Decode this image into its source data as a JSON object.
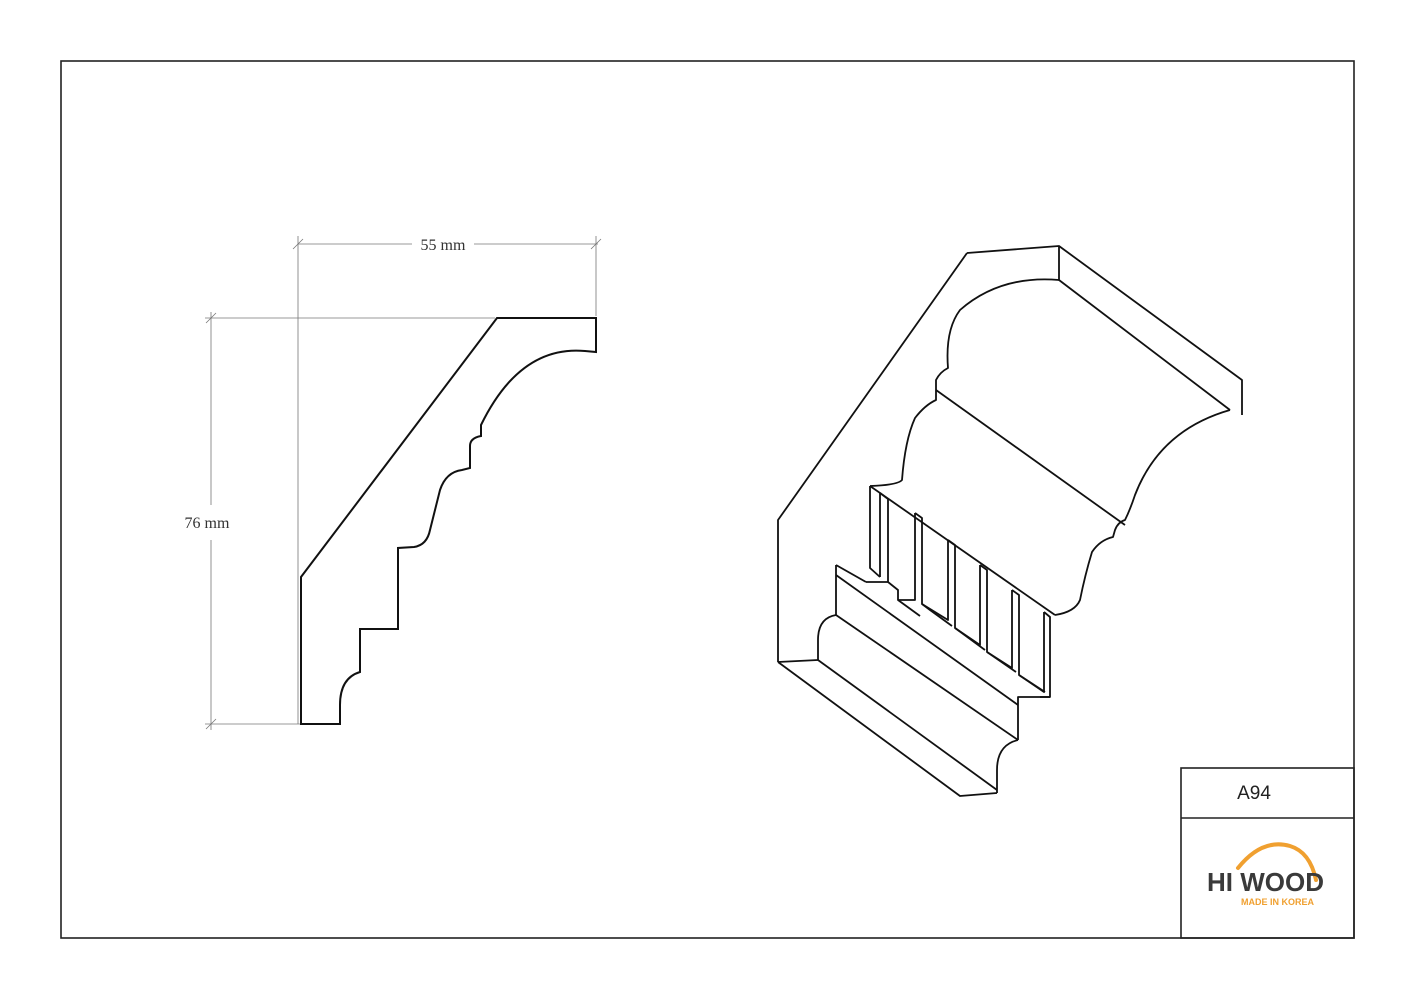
{
  "dimensions": {
    "width": "55 mm",
    "height": "76 mm"
  },
  "title_block": {
    "product_code": "A94",
    "brand_name": "HI WOOD",
    "brand_tagline": "MADE IN KOREA",
    "brand_accent_color": "#f0a030"
  }
}
